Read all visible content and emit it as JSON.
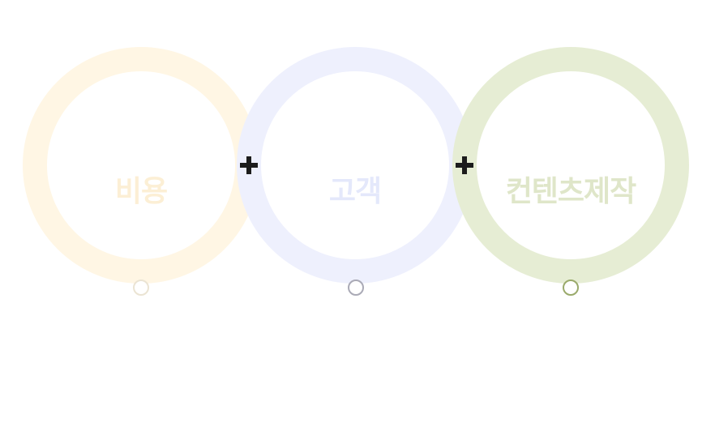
{
  "diagram": {
    "items": [
      {
        "label": "비용",
        "ring_color": "#fff6e4",
        "text_color": "#fcefd5",
        "dot_color": "#ebe4d3"
      },
      {
        "label": "고객",
        "ring_color": "#eef0fd",
        "text_color": "#e4e8fb",
        "dot_color": "#aaaab6"
      },
      {
        "label": "컨텐츠제작",
        "ring_color": "#e6edd4",
        "text_color": "#dfe6c9",
        "dot_color": "#9aaa6b"
      }
    ],
    "operators": [
      {
        "symbol": "plus-icon",
        "color": "#1c1c1c"
      },
      {
        "symbol": "plus-icon",
        "color": "#1c1c1c"
      }
    ]
  }
}
